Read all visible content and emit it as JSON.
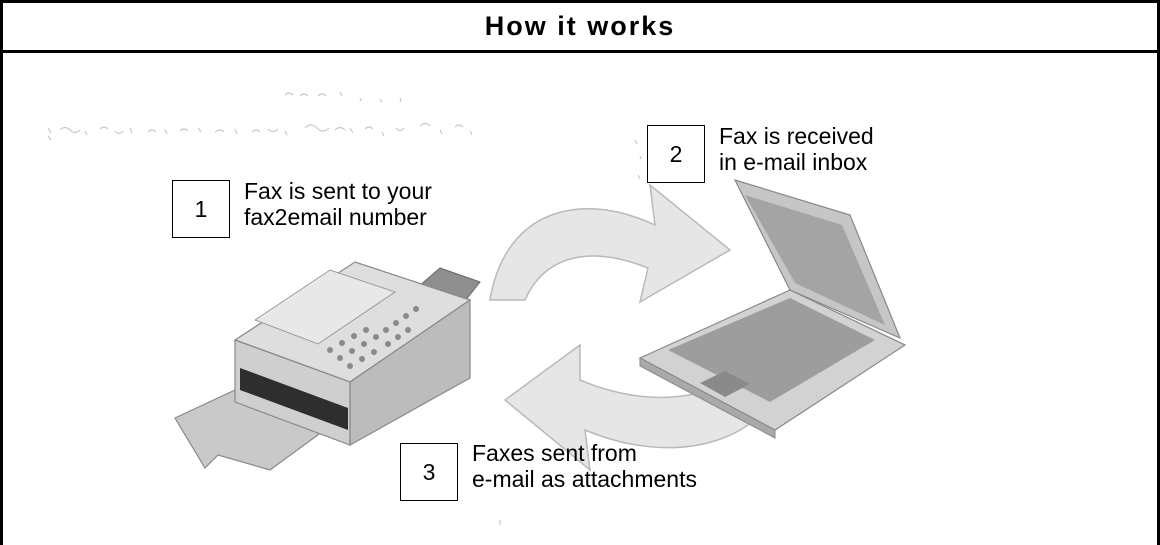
{
  "header": {
    "title": "How it works"
  },
  "steps": [
    {
      "number": "1",
      "line1": "Fax is sent to your",
      "line2": "fax2email number"
    },
    {
      "number": "2",
      "line1": "Fax is received",
      "line2": "in e-mail inbox"
    },
    {
      "number": "3",
      "line1": "Faxes sent from",
      "line2": "e-mail as attachments"
    }
  ],
  "illustrations": [
    "fax-machine-icon",
    "laptop-icon",
    "cycle-arrows-icon"
  ],
  "colors": {
    "border": "#000000",
    "background": "#ffffff",
    "illustration_gray": "#b8b8b8"
  }
}
